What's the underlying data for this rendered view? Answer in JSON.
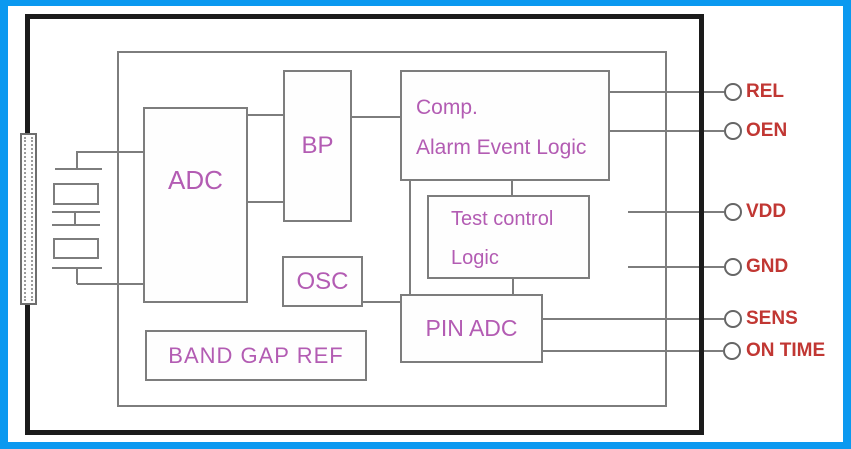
{
  "diagram": {
    "blocks": {
      "adc": {
        "label": "ADC"
      },
      "bp": {
        "label": "BP"
      },
      "comp_alarm": {
        "line1": "Comp.",
        "line2": "Alarm Event Logic"
      },
      "test_control": {
        "line1": "Test control",
        "line2": "Logic"
      },
      "osc": {
        "label": "OSC"
      },
      "pin_adc": {
        "label": "PIN ADC"
      },
      "band_gap_ref": {
        "label": "BAND GAP REF"
      }
    },
    "pins": [
      {
        "label": "REL"
      },
      {
        "label": "OEN"
      },
      {
        "label": "VDD"
      },
      {
        "label": "GND"
      },
      {
        "label": "SENS"
      },
      {
        "label": "ON TIME"
      }
    ],
    "colors": {
      "outer_frame": "#0b99f0",
      "chip_frame": "#1b1b1b",
      "line_gray": "#7d7d7d",
      "block_label": "#b35cb3",
      "pin_label": "#c13733"
    }
  }
}
